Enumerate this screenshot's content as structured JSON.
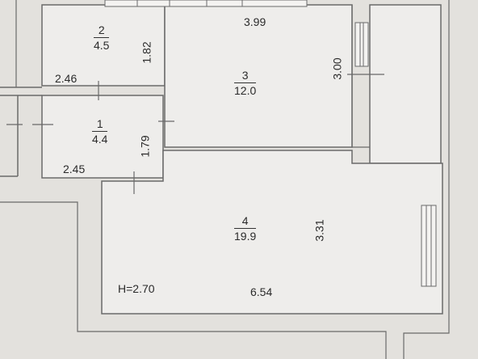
{
  "rooms": [
    {
      "number": "2",
      "area": "4.5"
    },
    {
      "number": "3",
      "area": "12.0"
    },
    {
      "number": "1",
      "area": "4.4"
    },
    {
      "number": "4",
      "area": "19.9"
    }
  ],
  "dimensions": {
    "room3_width": "3.99",
    "room3_depth": "3.00",
    "room2_height": "1.82",
    "room2_width": "2.46",
    "room1_height": "1.79",
    "room1_width": "2.45",
    "room4_depth": "3.31",
    "room4_width": "6.54"
  },
  "ceiling_height": "H=2.70",
  "colors": {
    "background": "#e3e1dd",
    "fill": "#eeedeb",
    "line": "#6a6a6a",
    "text": "#2b2b2b"
  }
}
